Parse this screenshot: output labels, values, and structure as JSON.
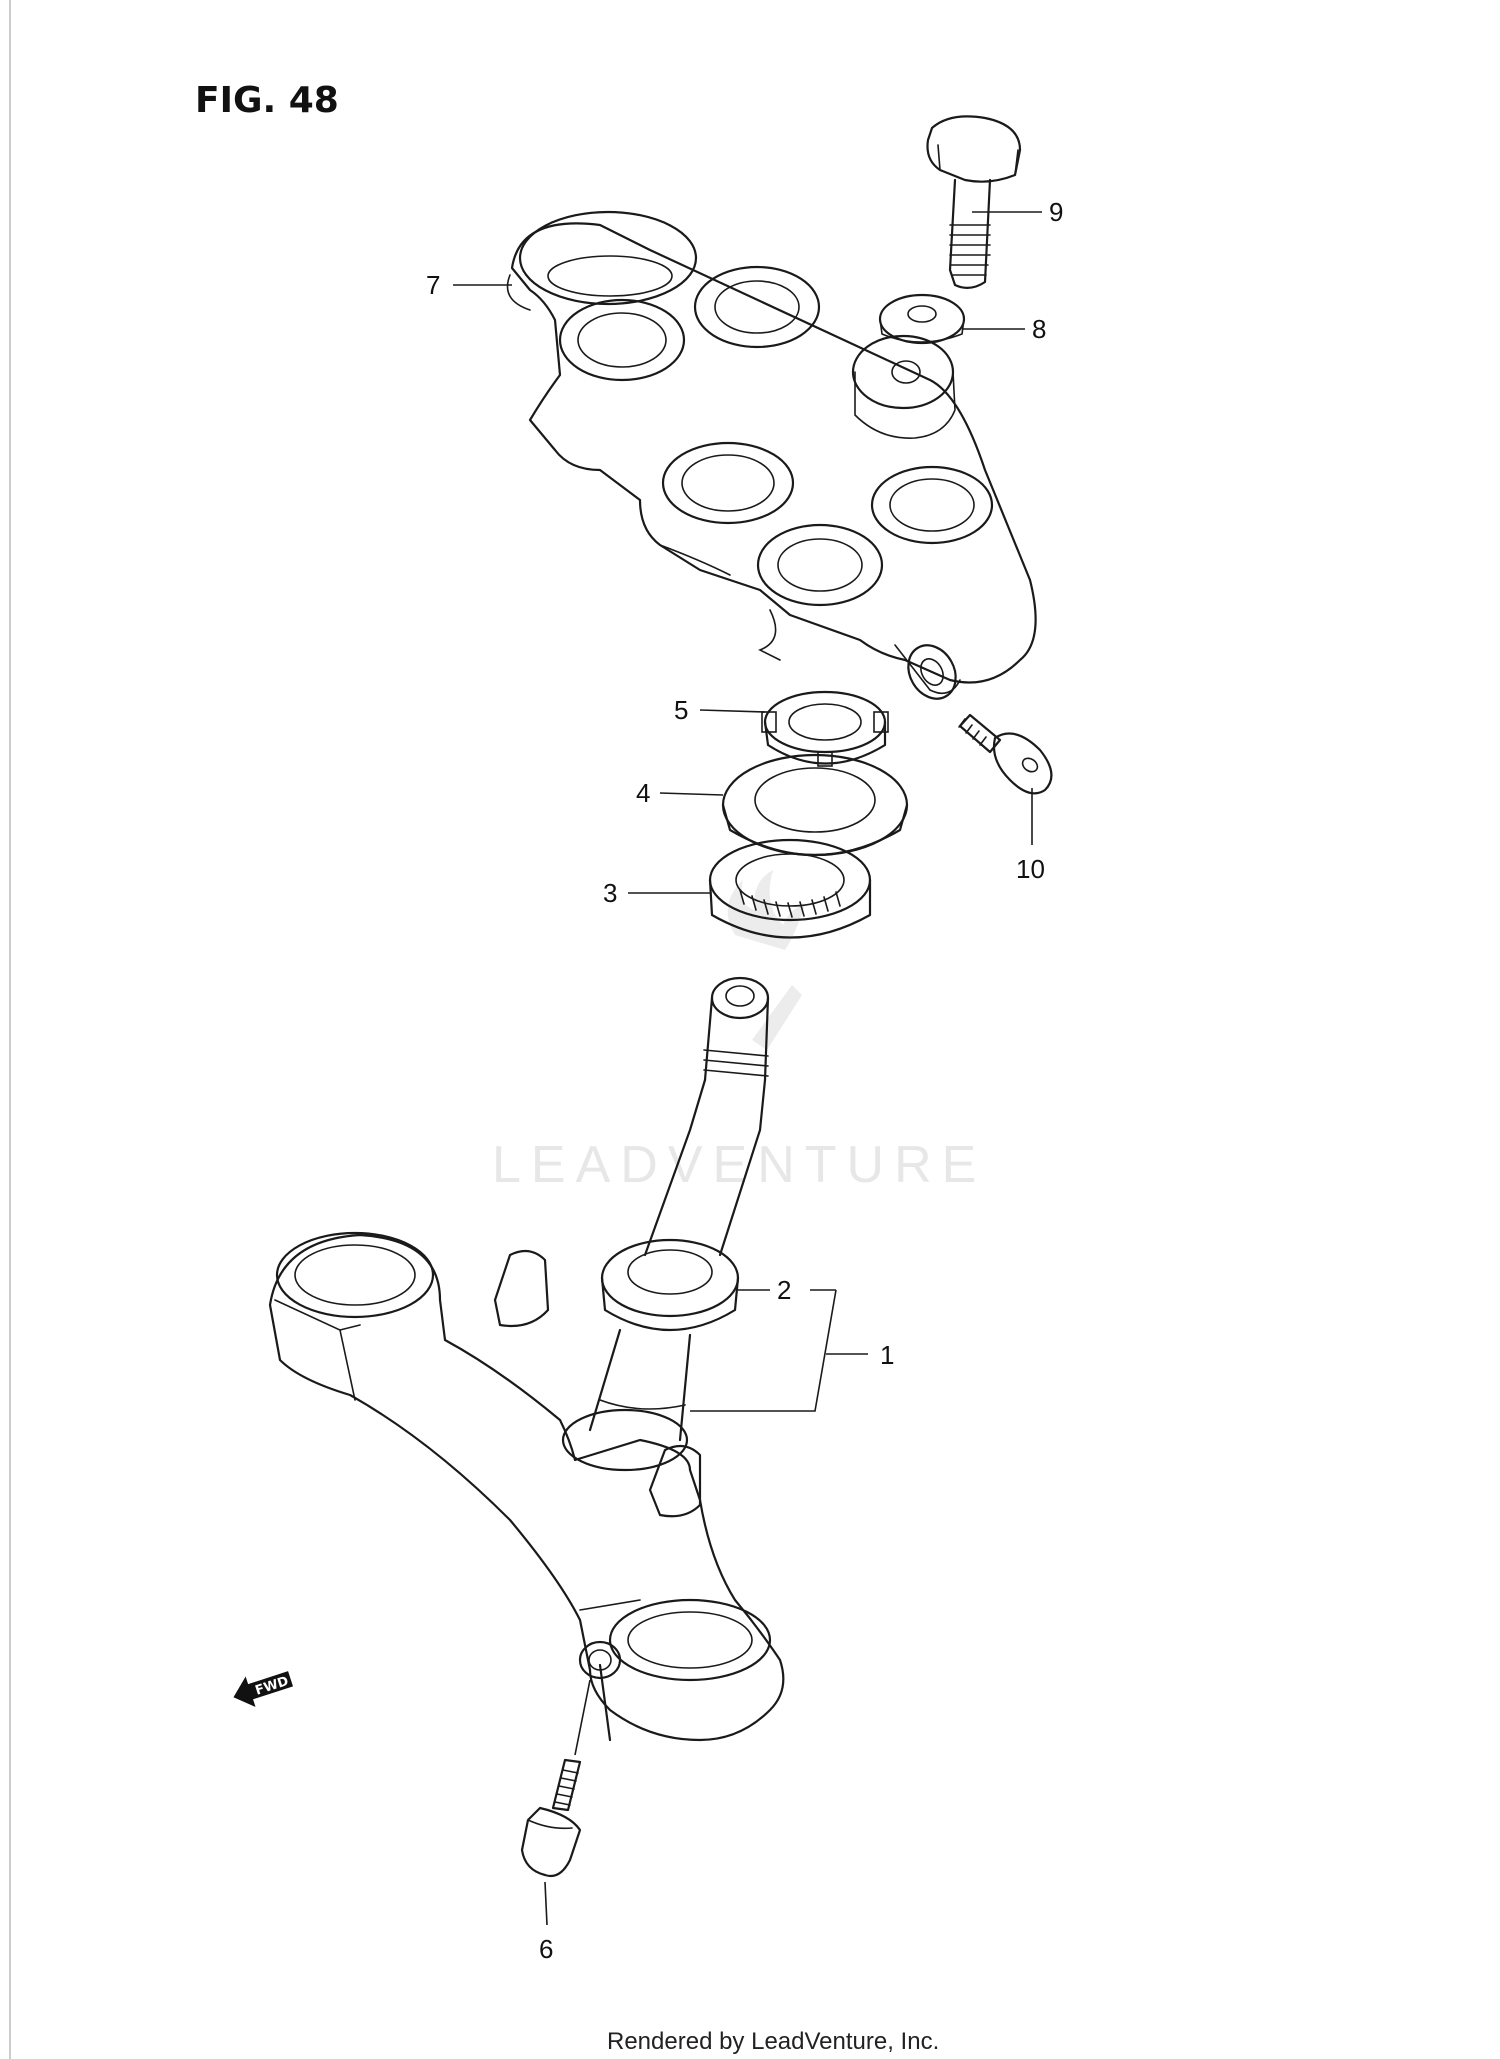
{
  "figure": {
    "title": "FIG. 48"
  },
  "watermark": {
    "text": "LEADVENTURE"
  },
  "direction_marker": {
    "text": "FWD",
    "icon": "forward-arrow-icon"
  },
  "callouts": [
    "1",
    "2",
    "3",
    "4",
    "5",
    "6",
    "7",
    "8",
    "9",
    "10"
  ],
  "footer": {
    "text": "Rendered by LeadVenture, Inc."
  }
}
